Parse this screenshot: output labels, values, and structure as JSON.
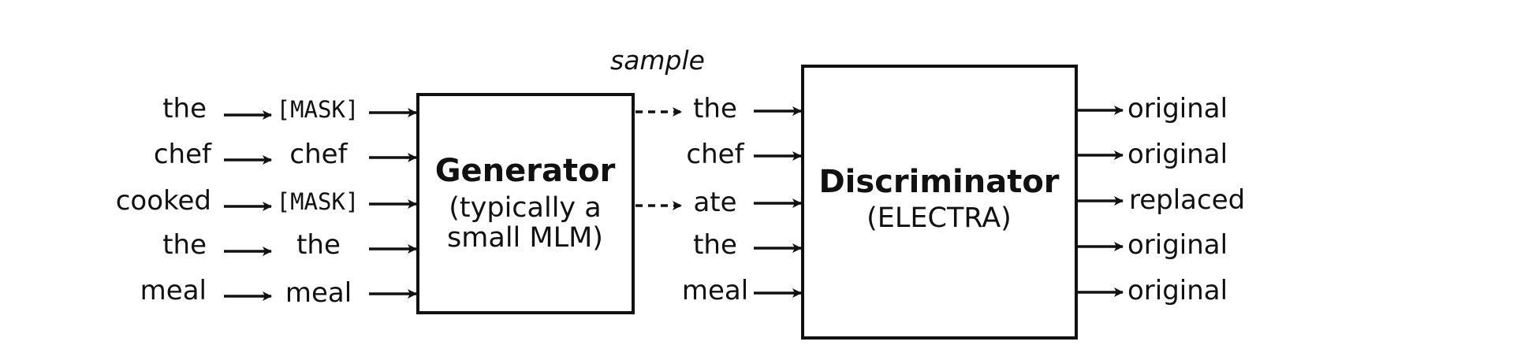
{
  "input_tokens": [
    "the",
    "chef",
    "cooked",
    "the",
    "meal"
  ],
  "masked_tokens": [
    "[MASK]",
    "chef",
    "[MASK]",
    "the",
    "meal"
  ],
  "generator": {
    "title": "Generator",
    "subtitle_line1": "(typically a",
    "subtitle_line2": "small MLM)"
  },
  "sample_label": "sample",
  "sampled_tokens": [
    "the",
    "chef",
    "ate",
    "the",
    "meal"
  ],
  "discriminator": {
    "title": "Discriminator",
    "subtitle": "(ELECTRA)"
  },
  "output_labels": [
    "original",
    "original",
    "replaced",
    "original",
    "original"
  ]
}
